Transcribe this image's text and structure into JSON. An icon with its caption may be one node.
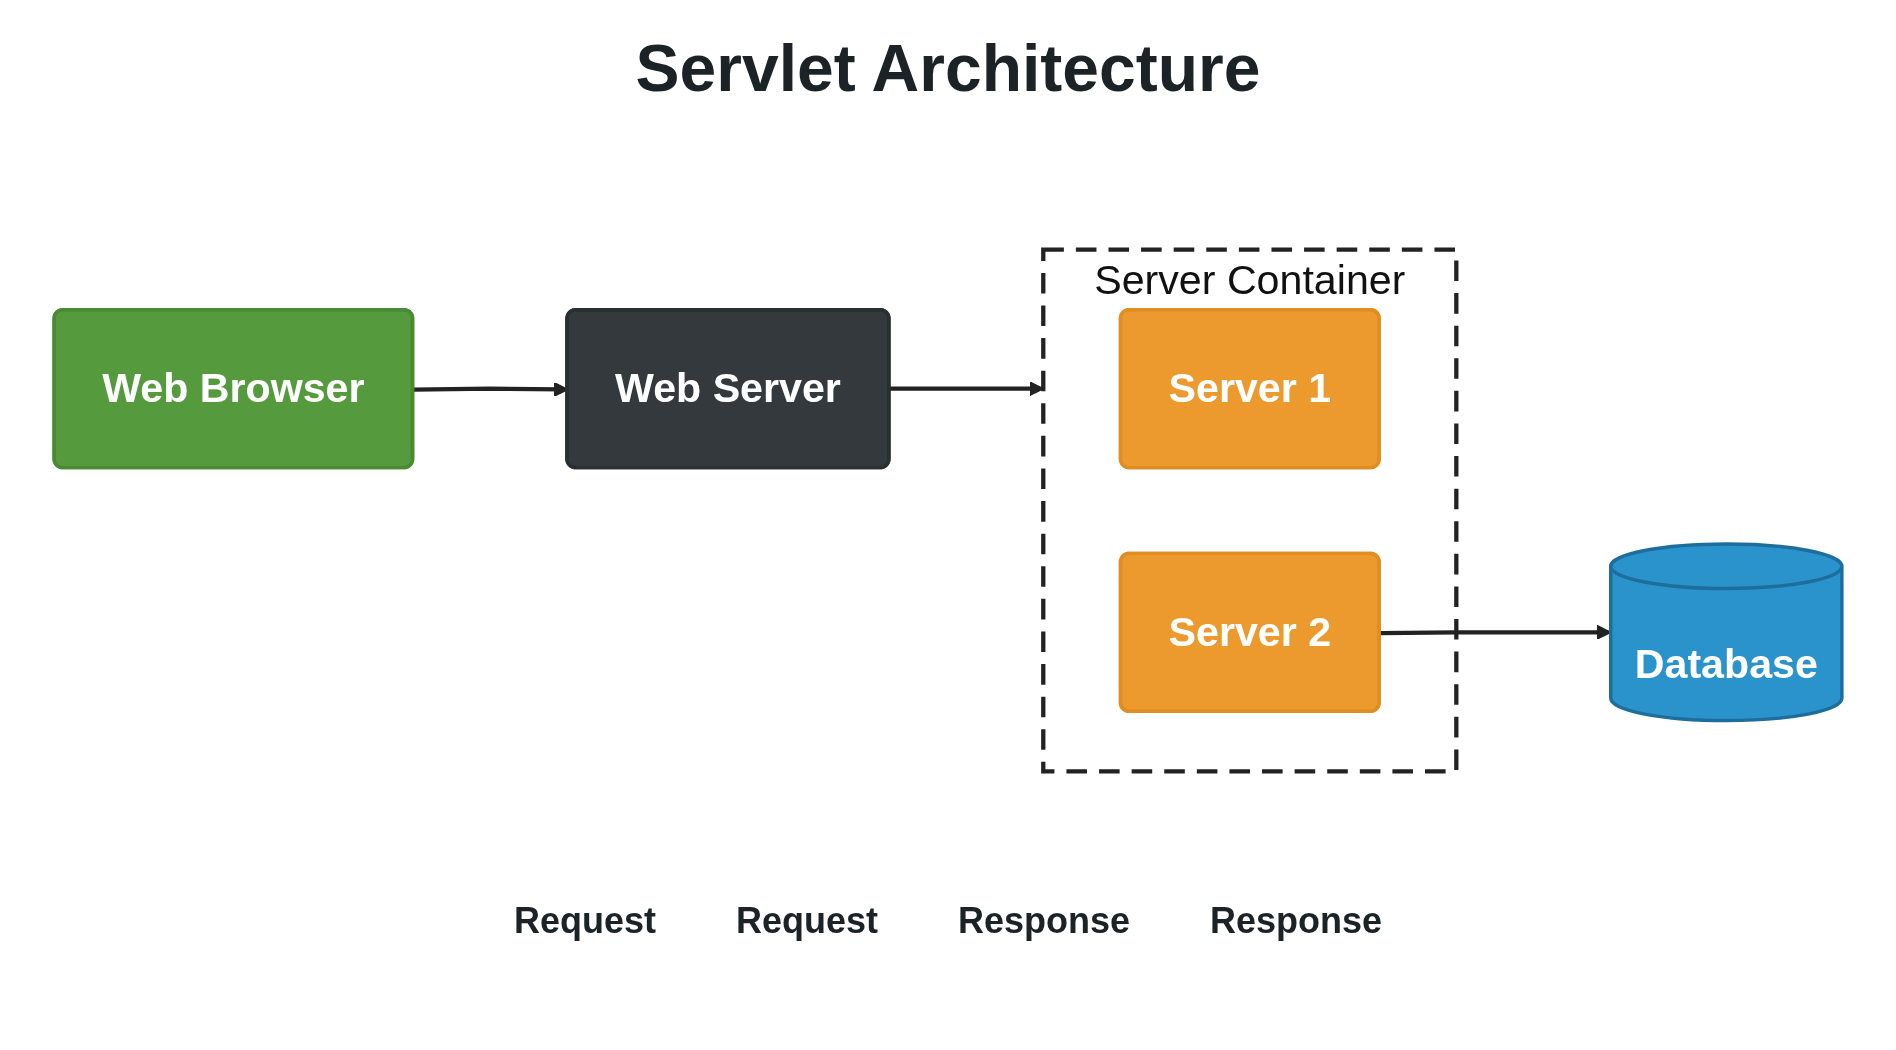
{
  "diagram": {
    "title": "Servlet Architecture",
    "nodes": [
      {
        "text": [
          "Web Browser"
        ]
      },
      {
        "text": [
          "Web Server"
        ]
      },
      {
        "text": [
          "Server Container"
        ]
      },
      {
        "text": [
          "Server 1"
        ],
        "in": 2
      },
      {
        "text": [
          "Server 2"
        ],
        "in": 2
      },
      {
        "text": [
          "Database"
        ]
      }
    ],
    "edges": [
      {
        "from": 0,
        "to": 1,
        "arrow": "to"
      },
      {
        "from": 1,
        "to": 2,
        "arrow": "to"
      },
      {
        "from": 4,
        "to": 5,
        "arrow": "to"
      }
    ],
    "labels": [
      "Request",
      "Request",
      "Response",
      "Response"
    ]
  }
}
